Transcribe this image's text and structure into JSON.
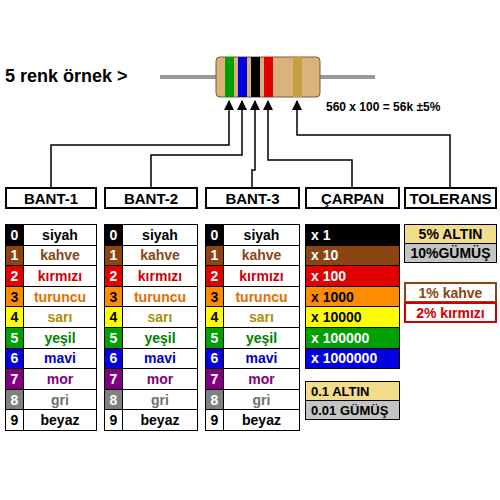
{
  "diagram": {
    "nodes": [
      {
        "text": [
          "BANT-1"
        ]
      },
      {
        "text": [
          "BANT-2"
        ]
      },
      {
        "text": [
          "BANT-3"
        ]
      },
      {
        "text": [
          "ÇARPAN"
        ]
      },
      {
        "text": [
          "TOLERANS"
        ]
      },
      {
        "text": [
          "0",
          "siyah"
        ]
      },
      {
        "text": [
          "1",
          "kahve"
        ]
      },
      {
        "text": [
          "2",
          "kırmızı"
        ]
      },
      {
        "text": [
          "3",
          "turuncu"
        ]
      },
      {
        "text": [
          "4",
          "sarı"
        ]
      },
      {
        "text": [
          "5",
          "yeşil"
        ]
      },
      {
        "text": [
          "6",
          "mavi"
        ]
      },
      {
        "text": [
          "7",
          "mor"
        ]
      },
      {
        "text": [
          "8",
          "gri"
        ]
      },
      {
        "text": [
          "9",
          "beyaz"
        ]
      },
      {
        "text": [
          "0",
          "siyah"
        ]
      },
      {
        "text": [
          "1",
          "kahve"
        ]
      },
      {
        "text": [
          "2",
          "kırmızı"
        ]
      },
      {
        "text": [
          "3",
          "turuncu"
        ]
      },
      {
        "text": [
          "4",
          "sarı"
        ]
      },
      {
        "text": [
          "5",
          "yeşil"
        ]
      },
      {
        "text": [
          "6",
          "mavi"
        ]
      },
      {
        "text": [
          "7",
          "mor"
        ]
      },
      {
        "text": [
          "8",
          "gri"
        ]
      },
      {
        "text": [
          "9",
          "beyaz"
        ]
      },
      {
        "text": [
          "0",
          "siyah"
        ]
      },
      {
        "text": [
          "1",
          "kahve"
        ]
      },
      {
        "text": [
          "2",
          "kırmızı"
        ]
      },
      {
        "text": [
          "3",
          "turuncu"
        ]
      },
      {
        "text": [
          "4",
          "sarı"
        ]
      },
      {
        "text": [
          "5",
          "yeşil"
        ]
      },
      {
        "text": [
          "6",
          "mavi"
        ]
      },
      {
        "text": [
          "7",
          "mor"
        ]
      },
      {
        "text": [
          "8",
          "gri"
        ]
      },
      {
        "text": [
          "9",
          "beyaz"
        ]
      },
      {
        "text": [
          "x 1"
        ]
      },
      {
        "text": [
          "x 10"
        ]
      },
      {
        "text": [
          "x 100"
        ]
      },
      {
        "text": [
          "x 1000"
        ]
      },
      {
        "text": [
          "x 10000"
        ]
      },
      {
        "text": [
          "x 100000"
        ]
      },
      {
        "text": [
          "x 1000000"
        ]
      },
      {
        "text": [
          "0.1 ALTIN"
        ]
      },
      {
        "text": [
          "0.01 GÜMÜŞ"
        ]
      },
      {
        "text": [
          "5% ALTIN"
        ]
      },
      {
        "text": [
          "10%GÜMÜŞ"
        ]
      },
      {
        "text": [
          "1% kahve"
        ]
      },
      {
        "text": [
          "2% kırmızı"
        ]
      }
    ],
    "labels": [
      "5 renk örnek >",
      "560 x 100 = 56k ±5%"
    ]
  }
}
